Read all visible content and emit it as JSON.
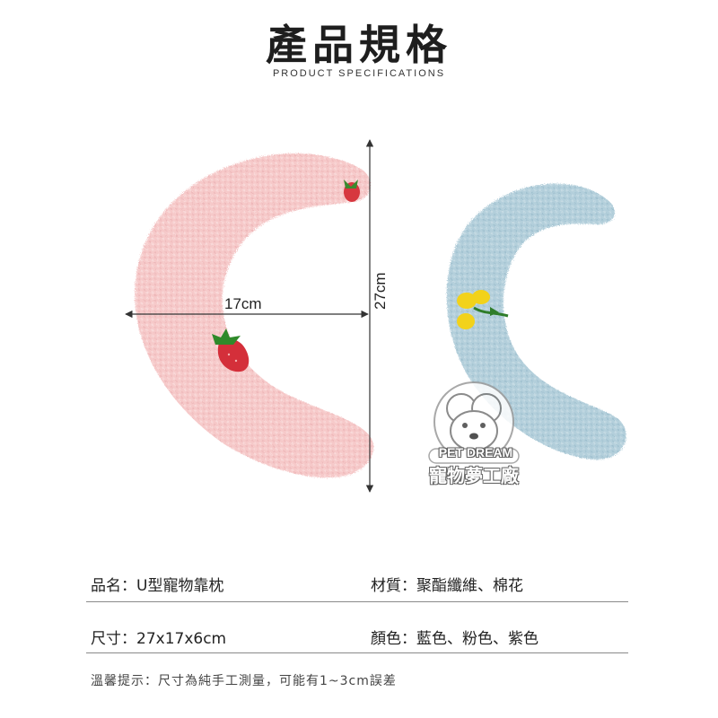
{
  "header": {
    "title": "產品規格",
    "subtitle": "PRODUCT SPECIFICATIONS"
  },
  "figure": {
    "width_label": "17cm",
    "height_label": "27cm",
    "watermark_en": "PET DREAM",
    "watermark_zh": "寵物夢工廠"
  },
  "specs": {
    "name_key": "品名：",
    "name_val": "U型寵物靠枕",
    "material_key": "材質：",
    "material_val": "聚酯纖維、棉花",
    "size_key": "尺寸：",
    "size_val": "27x17x6cm",
    "color_key": "顏色：",
    "color_val": "藍色、粉色、紫色"
  },
  "note": "溫馨提示：尺寸為純手工測量，可能有1~3cm誤差",
  "colors": {
    "pink_pillow": "#f6c9c9",
    "blue_pillow": "#b3cfdb",
    "line": "#8a8a8a"
  }
}
